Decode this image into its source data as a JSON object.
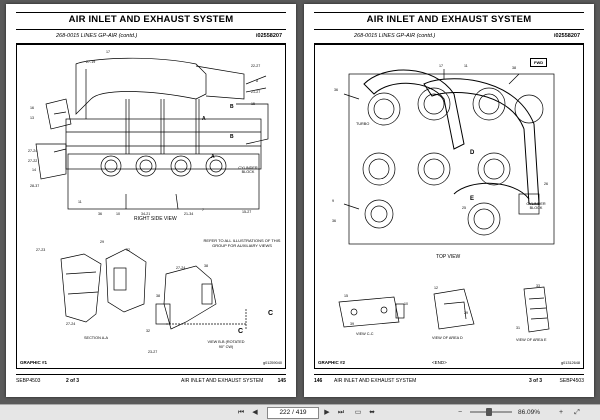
{
  "left_page": {
    "title": "AIR INLET AND EXHAUST SYSTEM",
    "code": "268-0015 LINES GP-AIR (contd.)",
    "ref": "i02558207",
    "view_label": "RIGHT SIDE VIEW",
    "section_label": "SECTION A-A",
    "view_b_label": "VIEW B-B (ROTATED 90° CW)",
    "cylinder_block": "CYLINDER BLOCK",
    "note": "REFER TO ALL ILLUSTRATIONS OF THIS GROUP FOR AUXILIARY VIEWS",
    "graphic": "GRAPHIC #1",
    "graphic_id": "g01259040",
    "footer_left": "SEBP4503",
    "footer_page": "2 of 3",
    "footer_title": "AIR INLET AND EXHAUST SYSTEM",
    "footer_num": "145",
    "letters": [
      "A",
      "B",
      "B",
      "A",
      "C",
      "C"
    ],
    "numbers": [
      "27-19",
      "17",
      "22-27",
      "8",
      "21-27",
      "15",
      "13",
      "16",
      "27-24",
      "27-22",
      "14",
      "28-37",
      "11",
      "36",
      "34-21",
      "21-34",
      "10",
      "15-27",
      "7",
      "27-23",
      "29",
      "27-24",
      "38",
      "32",
      "27-24",
      "38",
      "23-27",
      "32"
    ]
  },
  "right_page": {
    "title": "AIR INLET AND EXHAUST SYSTEM",
    "code": "268-0015 LINES GP-AIR (contd.)",
    "ref": "i02558207",
    "view_label": "TOP VIEW",
    "fwd": "FWD",
    "turbo": "TURBO",
    "cylinder_block": "CYLINDER BLOCK",
    "view_c_label": "VIEW C-C",
    "area_d_label": "VIEW OF AREA D",
    "area_e_label": "VIEW OF AREA E",
    "graphic": "GRAPHIC #2",
    "end_mark": "<END>",
    "graphic_id": "g01312648",
    "footer_num": "146",
    "footer_title": "AIR INLET AND EXHAUST SYSTEM",
    "footer_page": "3 of 3",
    "footer_right": "SEBP4503",
    "letters": [
      "D",
      "E"
    ],
    "numbers": [
      "17",
      "11",
      "38",
      "36",
      "9",
      "36",
      "25",
      "26",
      "15",
      "39",
      "10",
      "12",
      "29",
      "31",
      "33"
    ]
  },
  "toolbar": {
    "page_value": "222 / 419",
    "zoom": "86.09%"
  }
}
